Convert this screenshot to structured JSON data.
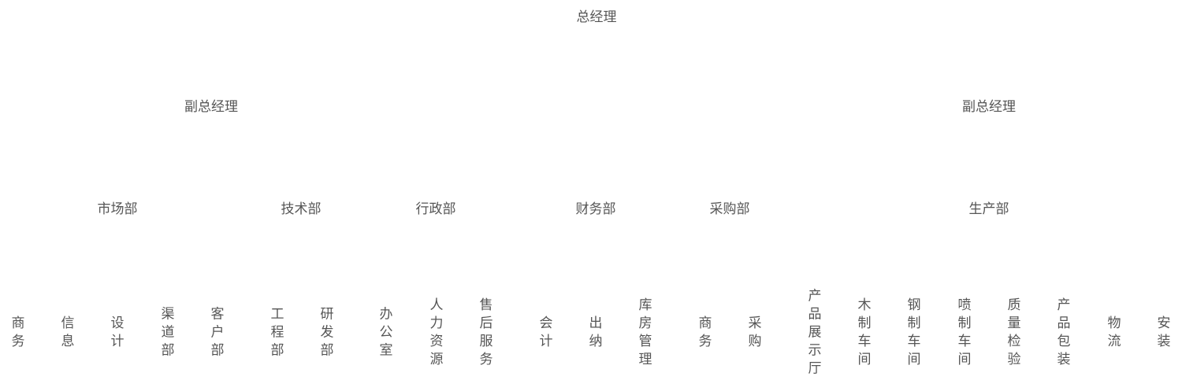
{
  "org": {
    "root": "总经理",
    "vice_left": "副总经理",
    "vice_right": "副总经理",
    "departments": {
      "market": "市场部",
      "tech": "技术部",
      "admin": "行政部",
      "finance": "财务部",
      "purchase": "采购部",
      "production": "生产部"
    },
    "units": {
      "market_business": "商务",
      "market_info": "信息",
      "market_design": "设计",
      "market_channel": "渠道部",
      "market_customer": "客户部",
      "tech_engineering": "工程部",
      "tech_rd": "研发部",
      "admin_office": "办公室",
      "admin_hr": "人力资源",
      "admin_aftersales": "售后服务",
      "finance_accounting": "会计",
      "finance_cashier": "出纳",
      "finance_warehouse": "库房管理",
      "purchase_business": "商务",
      "purchase_buying": "采购",
      "prod_showroom": "产品展示厅",
      "prod_wood": "木制车间",
      "prod_steel": "钢制车间",
      "prod_spray": "喷制车间",
      "prod_qc": "质量检验",
      "prod_packaging": "产品包装",
      "prod_logistics": "物流",
      "prod_install": "安装"
    }
  }
}
